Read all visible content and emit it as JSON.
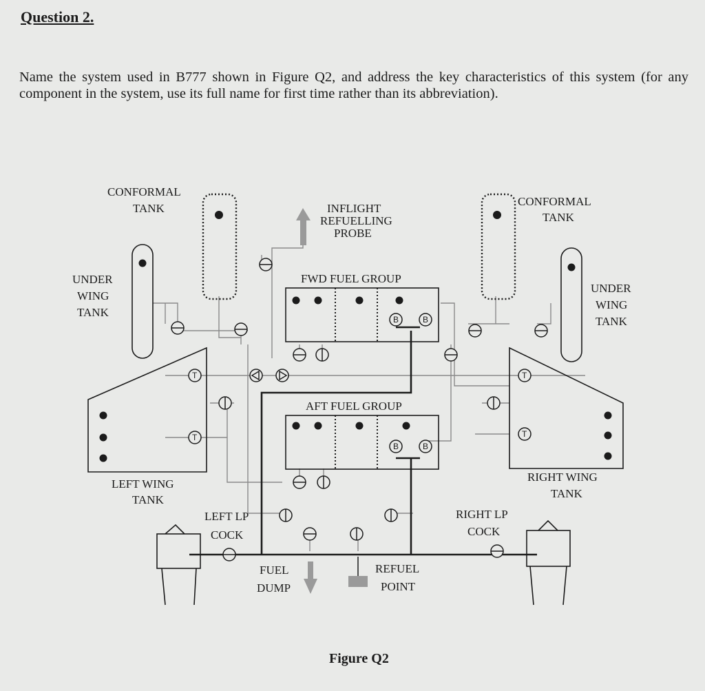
{
  "question": {
    "title": "Question 2.",
    "text": "Name the system used in B777 shown in Figure Q2, and address the key characteristics of this system (for any component in the system, use its full name for first time rather than its abbreviation)."
  },
  "figure": {
    "caption": "Figure Q2",
    "labels": {
      "conformal_tank_left": [
        "CONFORMAL",
        "TANK"
      ],
      "conformal_tank_right": [
        "CONFORMAL",
        "TANK"
      ],
      "inflight_refuelling_probe": [
        "INFLIGHT",
        "REFUELLING",
        "PROBE"
      ],
      "under_wing_tank_left": [
        "UNDER",
        "WING",
        "TANK"
      ],
      "under_wing_tank_right": [
        "UNDER",
        "WING",
        "TANK"
      ],
      "fwd_fuel_group": "FWD FUEL GROUP",
      "aft_fuel_group": "AFT FUEL GROUP",
      "left_wing_tank": [
        "LEFT WING",
        "TANK"
      ],
      "right_wing_tank": [
        "RIGHT WING",
        "TANK"
      ],
      "left_lp_cock": [
        "LEFT LP",
        "COCK"
      ],
      "right_lp_cock": [
        "RIGHT LP",
        "COCK"
      ],
      "fuel_dump": [
        "FUEL",
        "DUMP"
      ],
      "refuel_point": [
        "REFUEL",
        "POINT"
      ]
    },
    "symbols": {
      "transfer": "T",
      "booster": "B"
    }
  }
}
